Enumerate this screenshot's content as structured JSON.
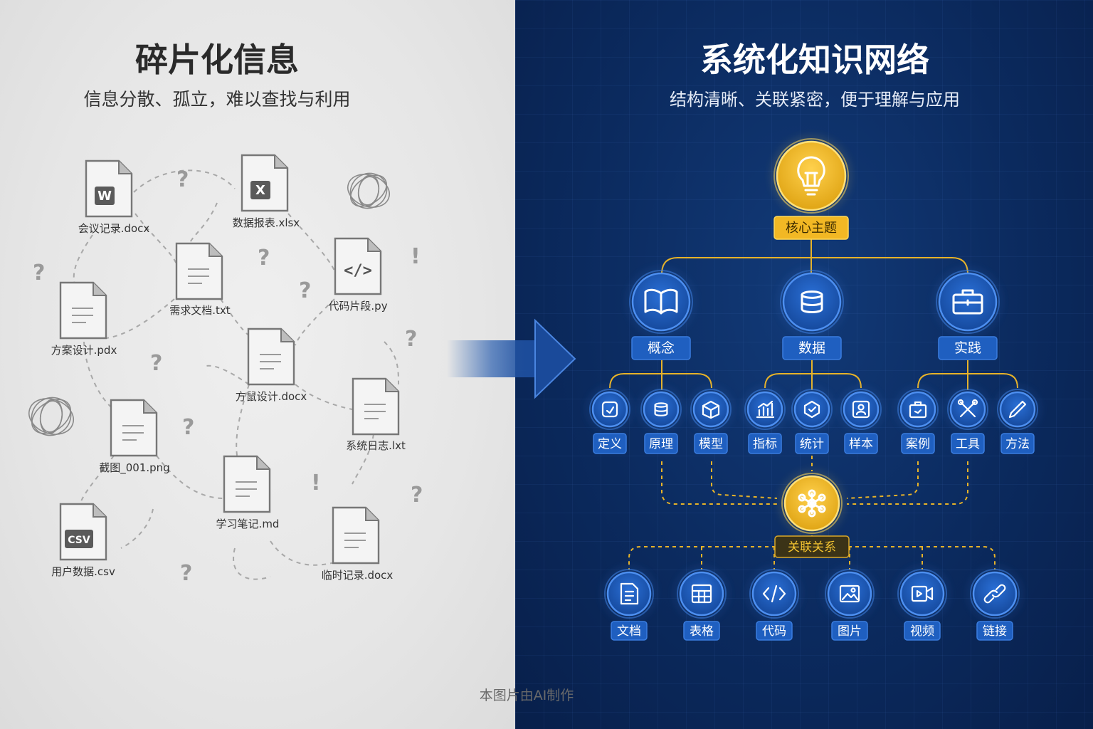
{
  "left": {
    "title": "碎片化信息",
    "subtitle": "信息分散、孤立，难以查找与利用",
    "files": [
      {
        "name": "会议记录.docx",
        "badge": "W"
      },
      {
        "name": "数据报表.xlsx",
        "badge": "X"
      },
      {
        "name": "需求文档.txt",
        "badge": ""
      },
      {
        "name": "代码片段.py",
        "badge": "</>"
      },
      {
        "name": "方案设计.pdx",
        "badge": ""
      },
      {
        "name": "方鼠设计.docx",
        "badge": ""
      },
      {
        "name": "系统日志.lxt",
        "badge": ""
      },
      {
        "name": "截图_001.png",
        "badge": ""
      },
      {
        "name": "学习笔记.md",
        "badge": ""
      },
      {
        "name": "用户数据.csv",
        "badge": "CSV"
      },
      {
        "name": "临时记录.docx",
        "badge": ""
      }
    ],
    "question_mark": "?",
    "exclamation_mark": "!"
  },
  "right": {
    "title": "系统化知识网络",
    "subtitle": "结构清晰、关联紧密，便于理解与应用",
    "core": {
      "label": "核心主题",
      "icon": "lightbulb-icon"
    },
    "branches": [
      {
        "label": "概念",
        "icon": "book-icon",
        "children": [
          {
            "label": "定义",
            "icon": "definition-icon"
          },
          {
            "label": "原理",
            "icon": "database-icon"
          },
          {
            "label": "模型",
            "icon": "cube-icon"
          }
        ]
      },
      {
        "label": "数据",
        "icon": "database-icon",
        "children": [
          {
            "label": "指标",
            "icon": "bar-chart-icon"
          },
          {
            "label": "统计",
            "icon": "stats-icon"
          },
          {
            "label": "样本",
            "icon": "people-icon"
          }
        ]
      },
      {
        "label": "实践",
        "icon": "briefcase-icon",
        "children": [
          {
            "label": "案例",
            "icon": "case-icon"
          },
          {
            "label": "工具",
            "icon": "tools-icon"
          },
          {
            "label": "方法",
            "icon": "pen-icon"
          }
        ]
      }
    ],
    "relation": {
      "label": "关联关系",
      "icon": "network-icon"
    },
    "resources": [
      {
        "label": "文档",
        "icon": "document-icon"
      },
      {
        "label": "表格",
        "icon": "table-icon"
      },
      {
        "label": "代码",
        "icon": "code-icon"
      },
      {
        "label": "图片",
        "icon": "image-icon"
      },
      {
        "label": "视频",
        "icon": "video-icon"
      },
      {
        "label": "链接",
        "icon": "link-icon"
      }
    ]
  },
  "footer": "本图片由AI制作",
  "colors": {
    "navy": "#0b2a5e",
    "node_blue": "#1f5fc0",
    "gold": "#f2b824",
    "gray_bg": "#e6e6e6"
  }
}
